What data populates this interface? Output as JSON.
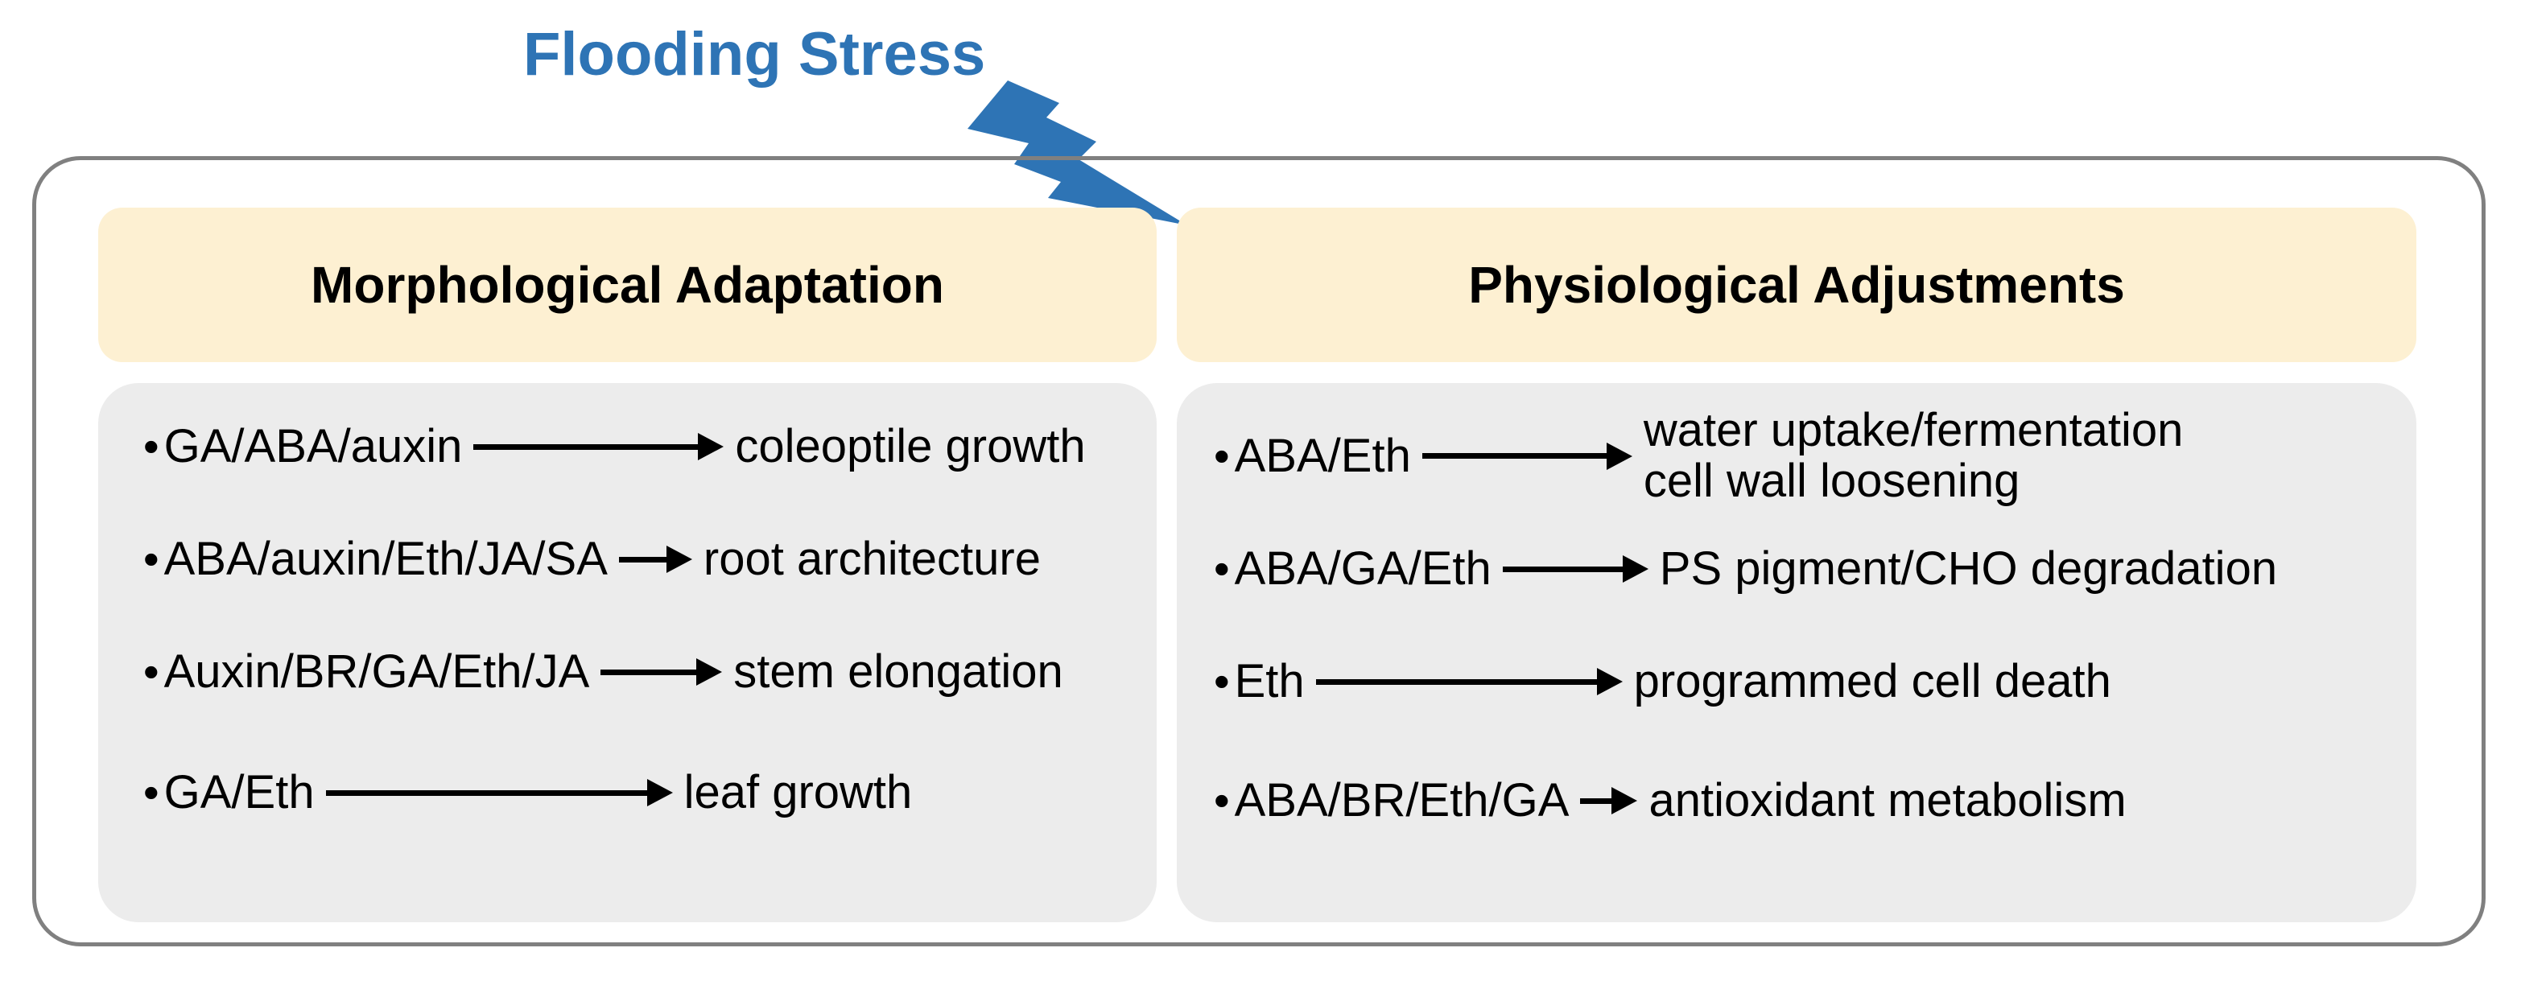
{
  "title": {
    "text": "Flooding Stress",
    "color": "#2e74b5"
  },
  "icons": {
    "lightning_bolt": "lightning-bolt-icon",
    "arrow": "arrow-right-icon",
    "bullet": "bullet-point"
  },
  "colors": {
    "header_bg": "#fdf0d2",
    "panel_bg": "#ececec",
    "frame_border": "#808080",
    "accent_blue": "#2e74b5",
    "text": "#000000"
  },
  "columns": [
    {
      "id": "morphological",
      "header": "Morphological Adaptation",
      "rows": [
        {
          "bullet": "•",
          "source": "GA/ABA/auxin",
          "arrow_len": 280,
          "target": "coleoptile growth",
          "target2": ""
        },
        {
          "bullet": "•",
          "source": "ABA/auxin/Eth/JA/SA",
          "arrow_len": 60,
          "target": "root architecture",
          "target2": ""
        },
        {
          "bullet": "•",
          "source": "Auxin/BR/GA/Eth/JA",
          "arrow_len": 120,
          "target": "stem elongation",
          "target2": ""
        },
        {
          "bullet": "•",
          "source": "GA/Eth",
          "arrow_len": 400,
          "target": "leaf growth",
          "target2": ""
        }
      ]
    },
    {
      "id": "physiological",
      "header": "Physiological Adjustments",
      "rows": [
        {
          "bullet": "•",
          "source": "ABA/Eth",
          "arrow_len": 230,
          "target": "water uptake/fermentation",
          "target2": "cell wall loosening"
        },
        {
          "bullet": "•",
          "source": "ABA/GA/Eth",
          "arrow_len": 150,
          "target": "PS pigment/CHO degradation",
          "target2": ""
        },
        {
          "bullet": "•",
          "source": "Eth",
          "arrow_len": 350,
          "target": "programmed cell death",
          "target2": ""
        },
        {
          "bullet": "•",
          "source": "ABA/BR/Eth/GA",
          "arrow_len": 40,
          "target": "antioxidant metabolism",
          "target2": ""
        }
      ]
    }
  ]
}
